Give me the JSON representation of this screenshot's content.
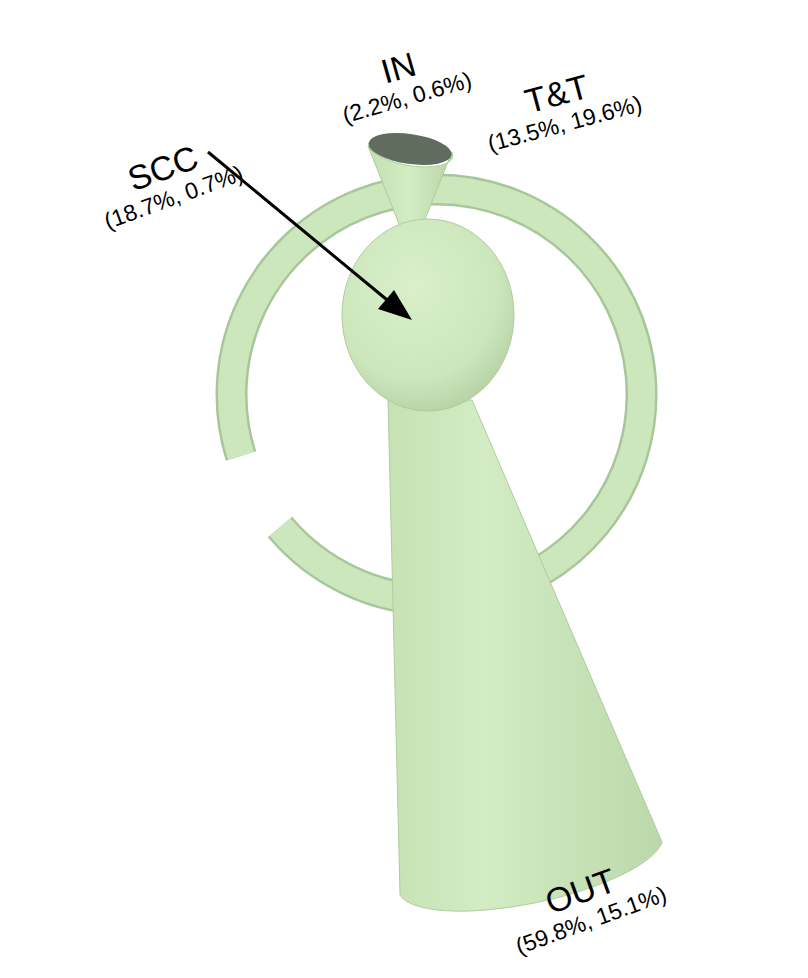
{
  "diagram": {
    "nodes": [
      {
        "text": [
          "IN",
          "(2.2%, 0.6%)"
        ]
      },
      {
        "text": [
          "T&T",
          "(13.5%, 19.6%)"
        ]
      },
      {
        "text": [
          "SCC",
          "(18.7%, 0.7%)"
        ]
      },
      {
        "text": [
          "OUT",
          "(59.8%, 15.1%)"
        ]
      }
    ]
  }
}
